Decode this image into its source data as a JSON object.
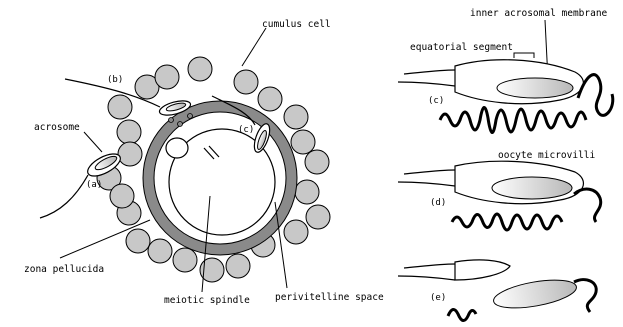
{
  "labels": {
    "cumulus_cell": "cumulus cell",
    "acrosome": "acrosome",
    "zona_pellucida": "zona pellucida",
    "meiotic_spindle": "meiotic spindle",
    "perivitelline_space": "perivitelline space",
    "inner_acrosomal_membrane": "inner acrosomal membrane",
    "equatorial_segment": "equatorial segment",
    "oocyte_microvilli": "oocyte microvilli"
  },
  "stages": {
    "a": "(a)",
    "b": "(b)",
    "c_left": "(c)",
    "c_right": "(c)",
    "d": "(d)",
    "e": "(e)"
  },
  "colors": {
    "cell_fill": "#c8c8c8",
    "zona_fill": "#8a8a8a",
    "stroke": "#000000",
    "gradient_light": "#ffffff",
    "gradient_dark": "#b4b4b4"
  },
  "icons": {
    "cumulus": "gray-circle",
    "sperm": "sperm-head-outline",
    "microvilli": "wavy-black-folds"
  }
}
